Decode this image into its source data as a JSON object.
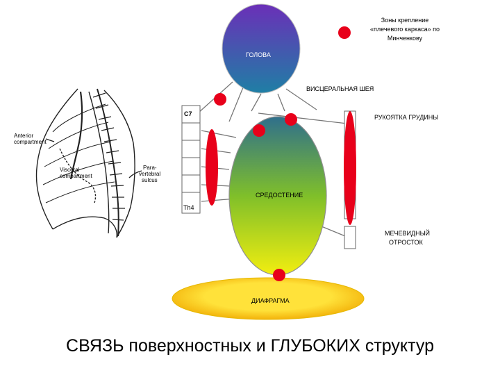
{
  "legend": {
    "line1": "Зоны крепление",
    "line2": "«плечевого каркаса» по",
    "line3": "Минченкову",
    "marker_color": "#e8001a"
  },
  "labels": {
    "head": "ГОЛОВА",
    "visceral_neck": "ВИСЦЕРАЛЬНАЯ ШЕЯ",
    "c7": "C7",
    "th4": "Th4",
    "manubrium": "РУКОЯТКА ГРУДИНЫ",
    "mediastinum": "СРЕДОСТЕНИЕ",
    "xiphoid_line1": "МЕЧЕВИДНЫЙ",
    "xiphoid_line2": "ОТРОСТОК",
    "diaphragm": "ДИАФРАГМА"
  },
  "anatomy_drawing": {
    "anterior_line1": "Anterior",
    "anterior_line2": "compartment",
    "visceral_line1": "Visceral",
    "visceral_line2": "compartment",
    "para_line1": "Para-",
    "para_line2": "vertebral",
    "para_line3": "sulcus"
  },
  "caption": "СВЯЗЬ поверхностных и ГЛУБОКИХ структур",
  "colors": {
    "head_top": "#6b2fb8",
    "head_bottom": "#1f7fa5",
    "mediastinum_top": "#2f6f8c",
    "mediastinum_mid": "#7fbf2a",
    "mediastinum_bottom": "#f2ee10",
    "diaphragm_center": "#ffe23a",
    "diaphragm_edge": "#f0a800",
    "attachment_red": "#e8001a"
  }
}
